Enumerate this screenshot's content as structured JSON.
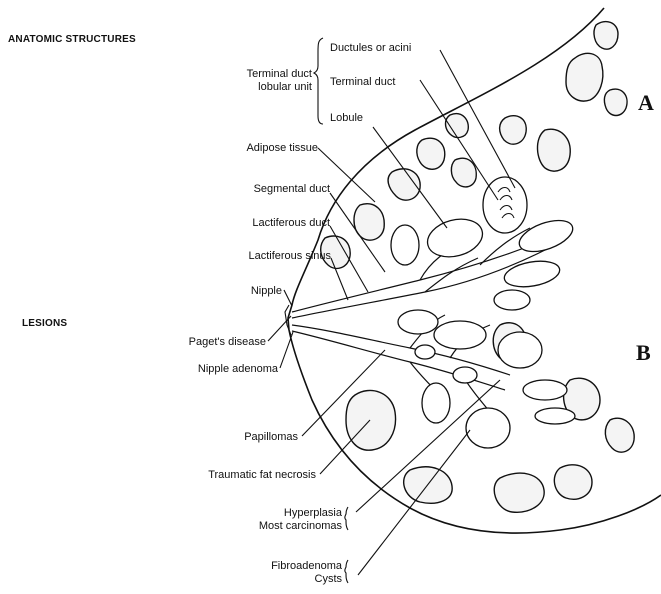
{
  "headings": {
    "anatomic": "ANATOMIC STRUCTURES",
    "lesions": "LESIONS"
  },
  "panels": {
    "a": "A",
    "b": "B"
  },
  "anatomy": {
    "terminal_duct_line1": "Terminal duct",
    "terminal_duct_line2": "lobular unit",
    "ductules": "Ductules or acini",
    "terminal_duct": "Terminal duct",
    "lobule": "Lobule",
    "adipose": "Adipose tissue",
    "segmental": "Segmental duct",
    "lactiferous_duct": "Lactiferous duct",
    "lactiferous_sinus": "Lactiferous sinus",
    "nipple": "Nipple"
  },
  "lesions": {
    "paget": "Paget's disease",
    "nipple_adenoma": "Nipple adenoma",
    "papillomas": "Papillomas",
    "fat_necrosis": "Traumatic fat necrosis",
    "hyperplasia": "Hyperplasia",
    "carcinomas": "Most carcinomas",
    "fibroadenoma": "Fibroadenoma",
    "cysts": "Cysts"
  }
}
